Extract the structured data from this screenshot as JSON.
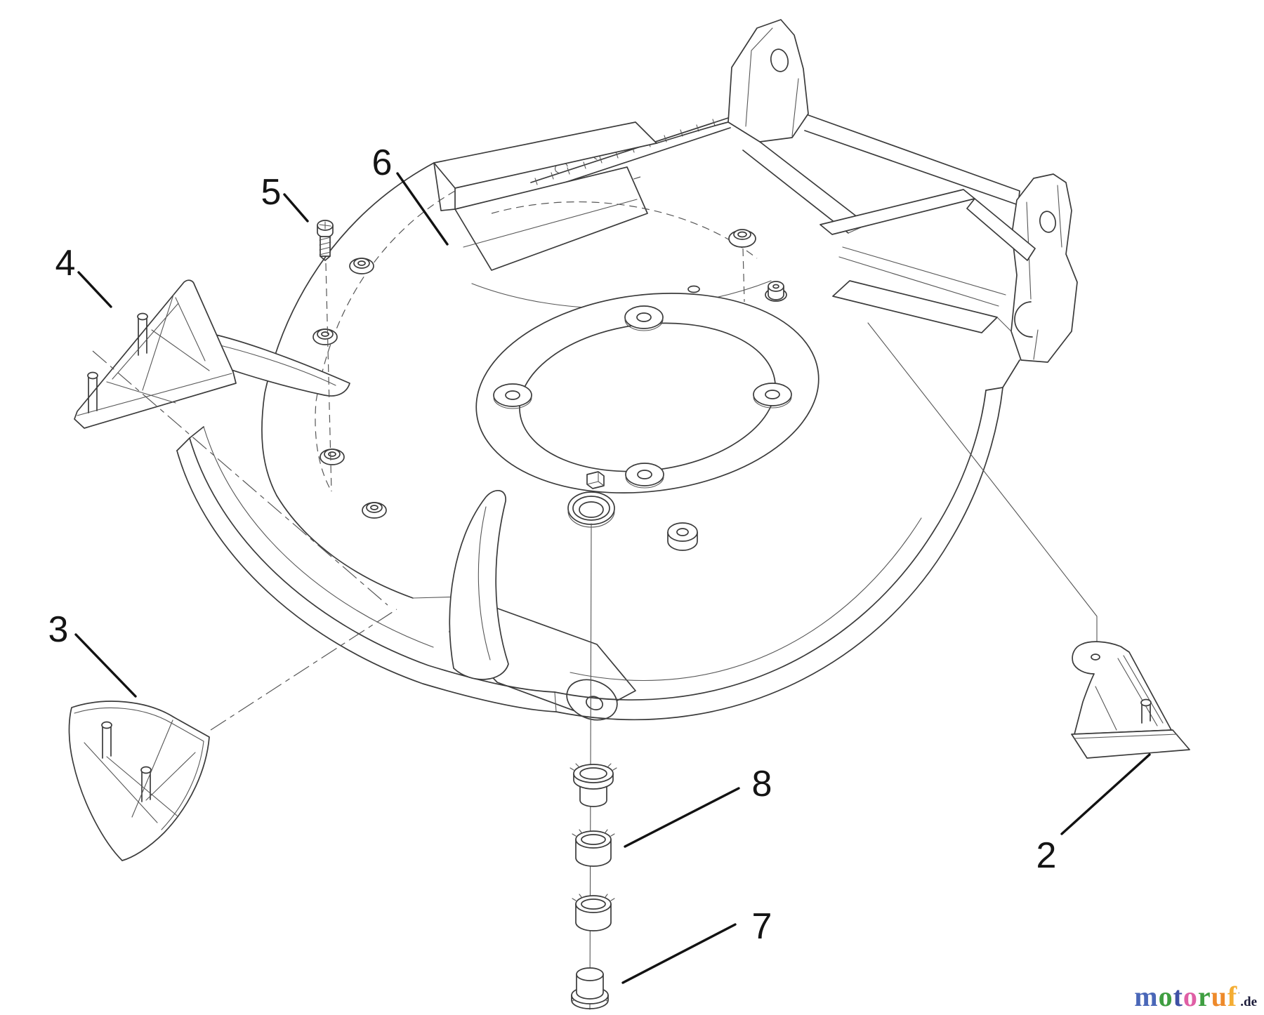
{
  "callouts": {
    "c2": "2",
    "c3": "3",
    "c4": "4",
    "c5": "5",
    "c6": "6",
    "c7": "7",
    "c8": "8"
  },
  "watermark": {
    "letters": [
      {
        "char": "m",
        "style": "color:#4a67b8"
      },
      {
        "char": "o",
        "style": "color:#3f9e41"
      },
      {
        "char": "t",
        "style": "color:#3f51a5"
      },
      {
        "char": "o",
        "style": "color:#df5fa5"
      },
      {
        "char": "r",
        "style": "color:#3f9e41"
      },
      {
        "char": "u",
        "style": "color:#ee8a2b"
      },
      {
        "char": "f",
        "style": "color:#f4ad33"
      }
    ],
    "mark": "·",
    "suffix": ".de"
  }
}
